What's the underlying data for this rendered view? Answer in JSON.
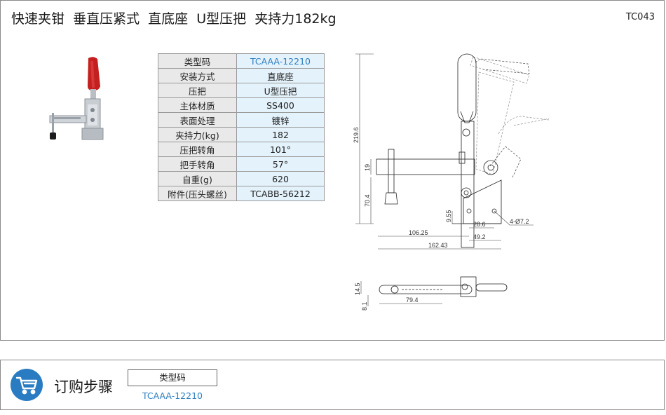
{
  "header": {
    "title": "快速夹钳  垂直压紧式  直底座  U型压把  夹持力182kg",
    "code": "TC043"
  },
  "specs": [
    {
      "label": "类型码",
      "value": "TCAAA-12210"
    },
    {
      "label": "安装方式",
      "value": "直底座"
    },
    {
      "label": "压把",
      "value": "U型压把"
    },
    {
      "label": "主体材质",
      "value": "SS400"
    },
    {
      "label": "表面处理",
      "value": "镀锌"
    },
    {
      "label": "夹持力(kg)",
      "value": "182"
    },
    {
      "label": "压把转角",
      "value": "101°"
    },
    {
      "label": "把手转角",
      "value": "57°"
    },
    {
      "label": "自重(g)",
      "value": "620"
    },
    {
      "label": "附件(压头螺丝)",
      "value": "TCABB-56212"
    }
  ],
  "drawing": {
    "dims": {
      "height_total": "219.6",
      "arm_thickness": "19",
      "spindle_height": "70.4",
      "base_height": "9.55",
      "hole_spacing": "28.6",
      "hole_spec": "4-Ø7.2",
      "reach": "106.25",
      "base_length": "49.2",
      "overall_length": "162.43",
      "top_width": "14.5",
      "slot_width": "8.1",
      "slot_length": "79.4"
    }
  },
  "order": {
    "title": "订购步骤",
    "key_label": "类型码",
    "key_value": "TCAAA-12210"
  },
  "colors": {
    "accent": "#2a7cc2",
    "link": "#2f7fc2",
    "table_key_bg": "#e9e9e9",
    "table_val_bg": "#e4f2fb"
  },
  "icons": {
    "order": "shopping-cart-icon"
  }
}
